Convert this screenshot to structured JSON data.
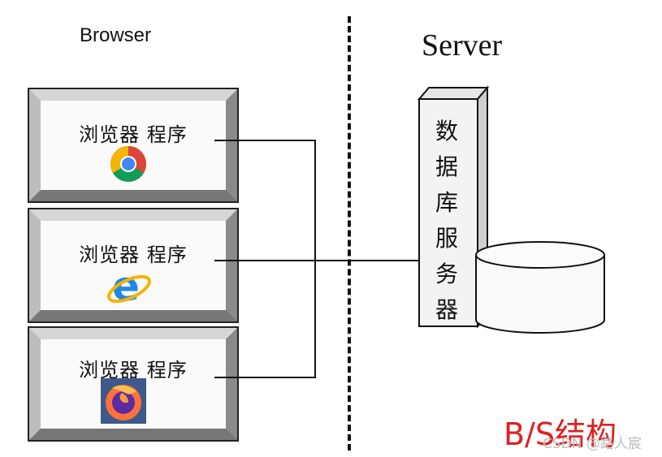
{
  "browser_title": "Browser",
  "server_title": "Server",
  "browser_boxes": [
    {
      "label": "浏览器 程序",
      "icon": "chrome-icon"
    },
    {
      "label": "浏览器 程序",
      "icon": "internet-explorer-icon"
    },
    {
      "label": "浏览器 程序",
      "icon": "firefox-icon"
    }
  ],
  "server_label": "数\n据\n库\n服\n务\n器",
  "caption": "B/S结构",
  "watermark": "CSDN @路人宸",
  "colors": {
    "caption": "#e02020",
    "line": "#111111"
  }
}
